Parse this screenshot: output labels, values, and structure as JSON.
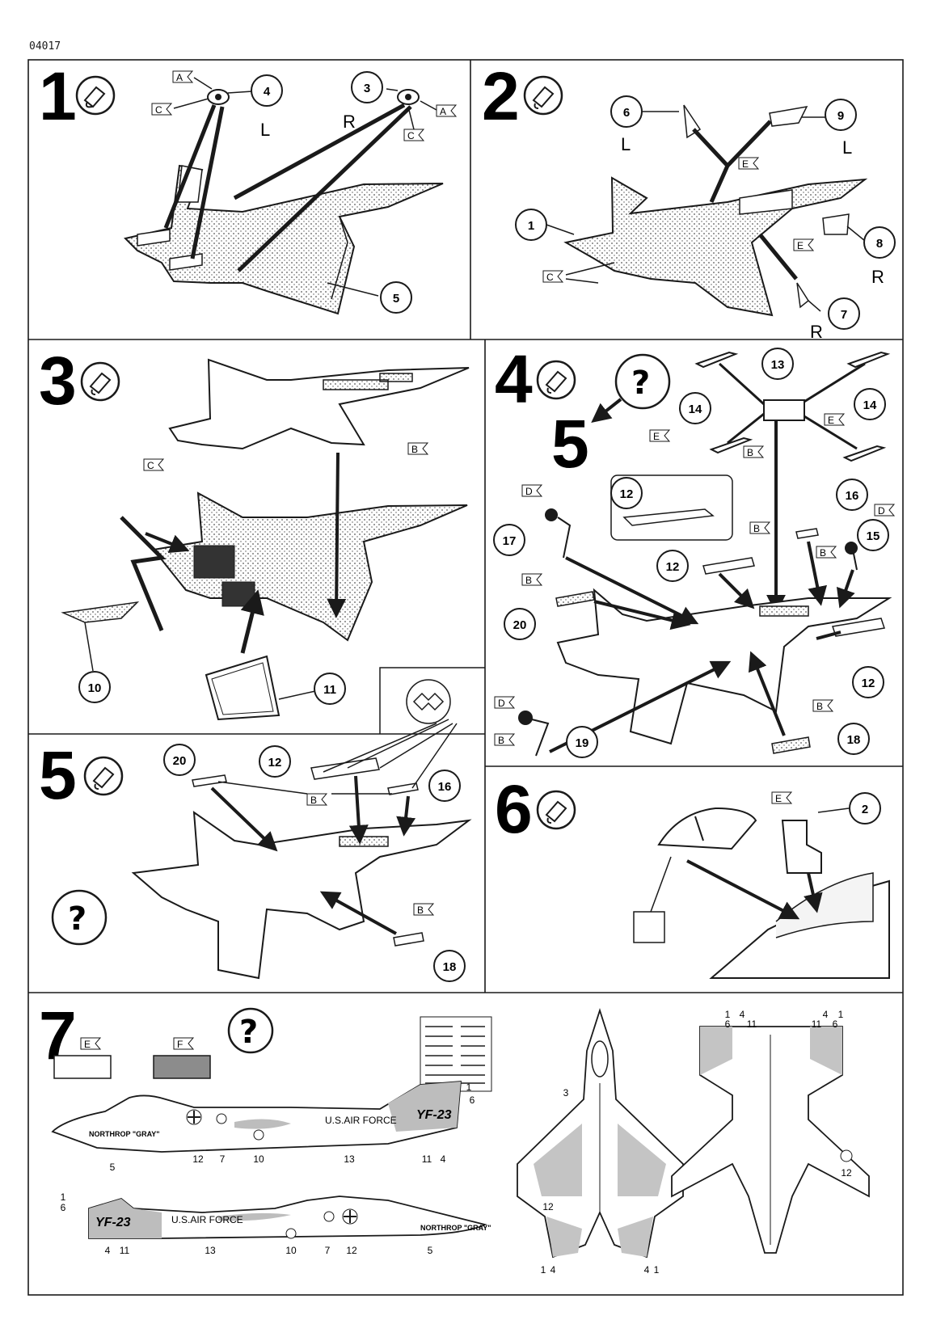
{
  "doc_code": "04017",
  "steps": {
    "s1": {
      "num": "1",
      "left": "L",
      "right": "R",
      "callouts": [
        "4",
        "3",
        "5"
      ],
      "flags": [
        "A",
        "C",
        "A",
        "C"
      ]
    },
    "s2": {
      "num": "2",
      "left": "L",
      "right": "R",
      "left2": "L",
      "right2": "R",
      "callouts": [
        "6",
        "9",
        "1",
        "8",
        "7"
      ],
      "flags": [
        "E",
        "E",
        "C"
      ]
    },
    "s3": {
      "num": "3",
      "callouts": [
        "10",
        "11"
      ],
      "flags": [
        "C",
        "B"
      ]
    },
    "s4": {
      "num": "4",
      "sub": "5",
      "callouts": [
        "13",
        "14",
        "14",
        "12",
        "16",
        "17",
        "15",
        "12",
        "20",
        "12",
        "19",
        "18"
      ],
      "flags": [
        "E",
        "E",
        "B",
        "B",
        "D",
        "D",
        "B",
        "B",
        "D",
        "B",
        "B"
      ]
    },
    "s5": {
      "num": "5",
      "callouts": [
        "20",
        "12",
        "16",
        "18"
      ],
      "flags": [
        "B",
        "B"
      ]
    },
    "s6": {
      "num": "6",
      "callouts": [
        "2"
      ],
      "flags": [
        "E"
      ]
    },
    "s7": {
      "num": "7",
      "flags": [
        "E",
        "F"
      ],
      "aircraft_text": [
        "U.S.AIR FORCE",
        "YF-23",
        "U.S.AIR FORCE",
        "YF-23"
      ],
      "side_top_labels": [
        "5",
        "12",
        "7",
        "10",
        "13",
        "11",
        "4",
        "1",
        "6"
      ],
      "side_bottom_labels": [
        "1",
        "6",
        "4",
        "11",
        "13",
        "10",
        "7",
        "12",
        "5"
      ],
      "top_view_labels": [
        "3",
        "12",
        "1",
        "4",
        "4",
        "1"
      ],
      "bottom_view_labels": [
        "1",
        "6",
        "4",
        "11",
        "11",
        "4",
        "6",
        "1",
        "12"
      ]
    }
  },
  "colors": {
    "line": "#1a1a1a",
    "stipple": "#777777",
    "grey": "#9a9a9a",
    "paint_grey": "#8c8c8c"
  }
}
